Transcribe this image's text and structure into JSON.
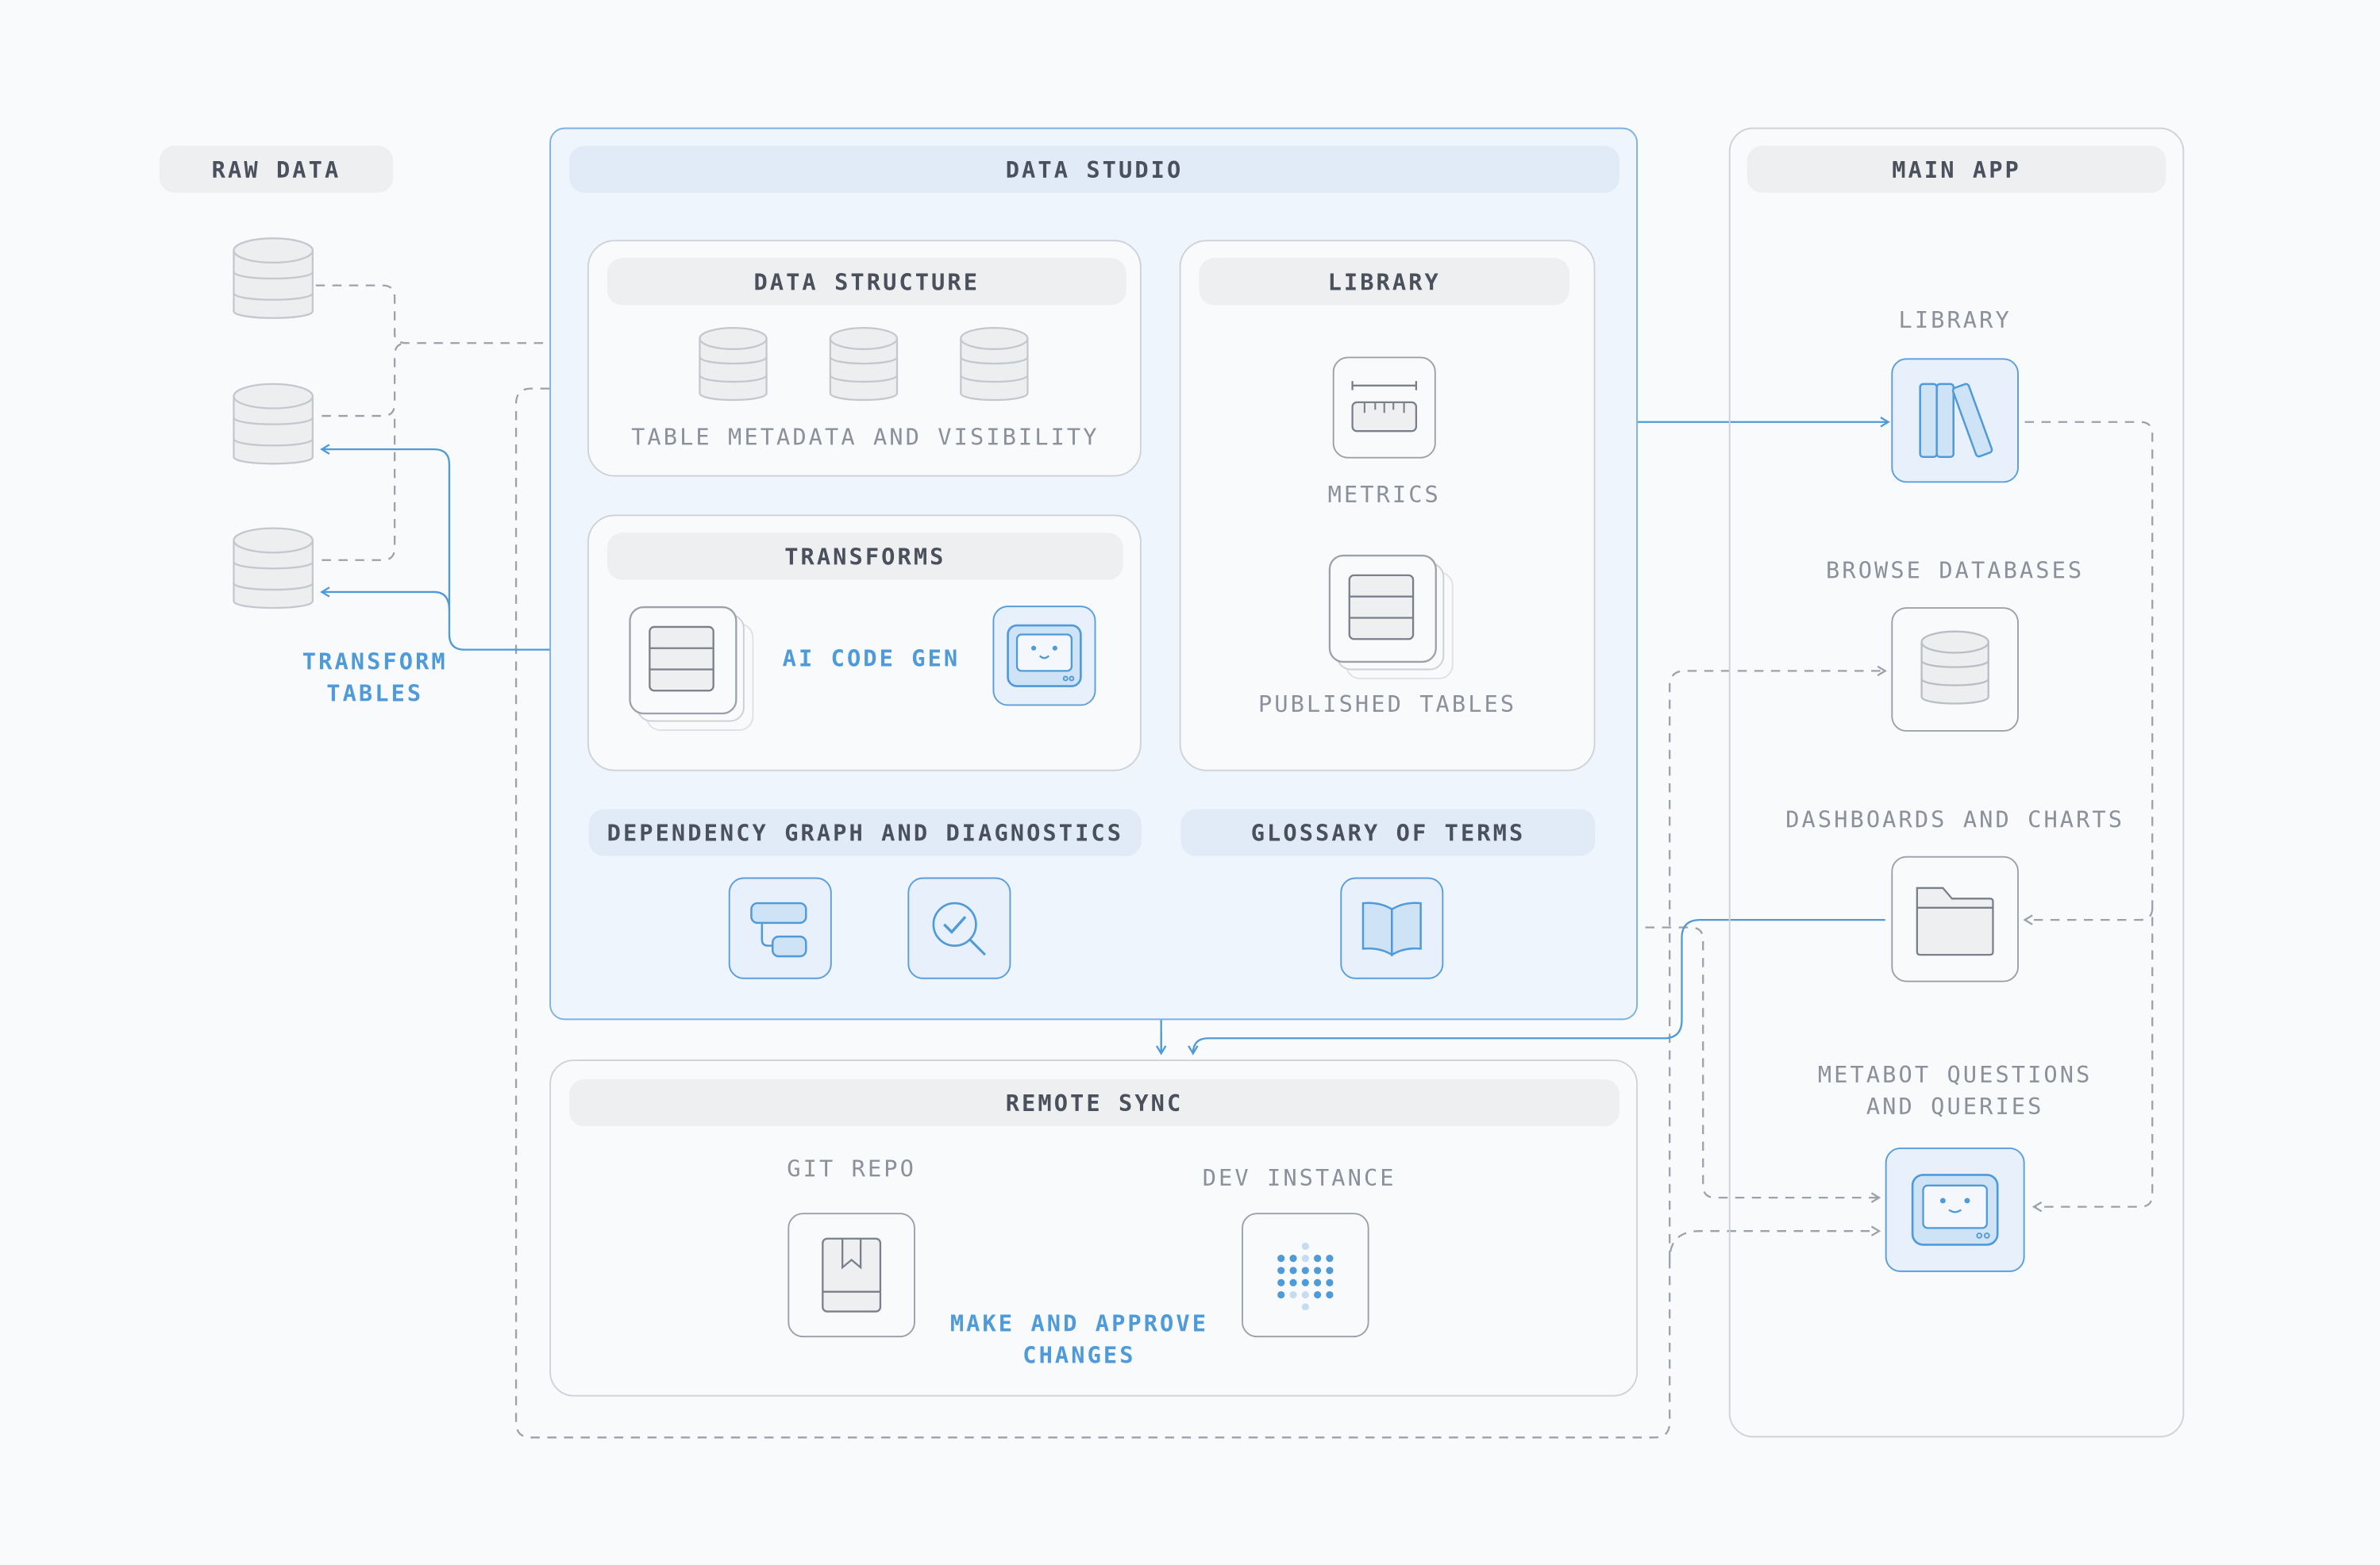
{
  "sections": {
    "raw_data": "RAW DATA",
    "data_studio": "DATA STUDIO",
    "main_app": "MAIN APP",
    "remote_sync": "REMOTE SYNC"
  },
  "data_studio": {
    "data_structure": {
      "title": "DATA STRUCTURE",
      "caption": "TABLE METADATA AND VISIBILITY"
    },
    "library": {
      "title": "LIBRARY",
      "metrics": "METRICS",
      "published_tables": "PUBLISHED TABLES"
    },
    "transforms": {
      "title": "TRANSFORMS",
      "ai_code_gen": "AI CODE GEN"
    },
    "dependency": "DEPENDENCY GRAPH AND DIAGNOSTICS",
    "glossary": "GLOSSARY OF TERMS"
  },
  "raw_data": {
    "transform_line1": "TRANSFORM",
    "transform_line2": "TABLES"
  },
  "main_app": {
    "library": "LIBRARY",
    "browse_databases": "BROWSE DATABASES",
    "dashboards": "DASHBOARDS AND CHARTS",
    "metabot_line1": "METABOT QUESTIONS",
    "metabot_line2": "AND QUERIES"
  },
  "remote_sync": {
    "git_repo": "GIT REPO",
    "dev_instance": "DEV INSTANCE",
    "changes_line1": "MAKE AND APPROVE",
    "changes_line2": "CHANGES"
  },
  "colors": {
    "accent": "#4f9ad9",
    "border": "#cfd3d9",
    "dashed": "#9ca1aa"
  }
}
